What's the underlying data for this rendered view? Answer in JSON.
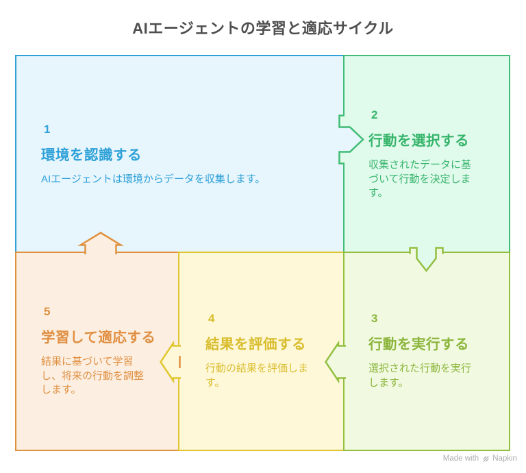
{
  "title": "AIエージェントの学習と適応サイクル",
  "steps": [
    {
      "number": "1",
      "title": "環境を認識する",
      "description": "AIエージェントは環境からデータを収集します。",
      "bg": "#E7F5FD",
      "border": "#2EA1D8",
      "text": "#2EA1D8"
    },
    {
      "number": "2",
      "title": "行動を選択する",
      "description": "収集されたデータに基づいて行動を決定します。",
      "bg": "#E0FAEC",
      "border": "#3FBD74",
      "text": "#38B56C"
    },
    {
      "number": "3",
      "title": "行動を実行する",
      "description": "選択された行動を実行します。",
      "bg": "#F1FAE1",
      "border": "#93BF41",
      "text": "#8CB53C"
    },
    {
      "number": "4",
      "title": "結果を評価する",
      "description": "行動の結果を評価します。",
      "bg": "#FEF8D9",
      "border": "#E0C62E",
      "text": "#D9BD2E"
    },
    {
      "number": "5",
      "title": "学習して適応する",
      "description": "結果に基づいて学習し、将来の行動を調整します。",
      "bg": "#FCEFE1",
      "border": "#E0913F",
      "text": "#E08F42"
    }
  ],
  "footer": {
    "made_with": "Made with",
    "brand": "Napkin"
  }
}
